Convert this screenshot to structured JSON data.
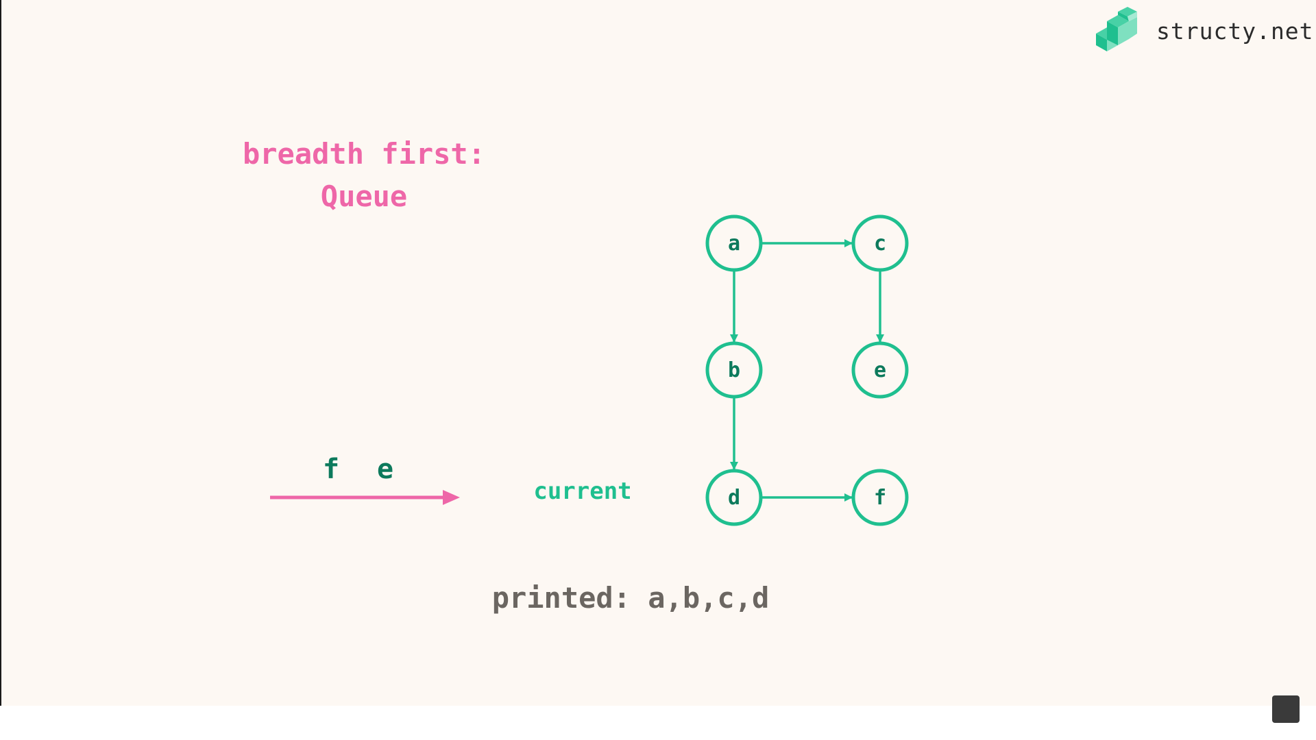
{
  "brand": {
    "name": "structy.net",
    "logo_icon": "structy-cube-logo-icon",
    "logo_colors": [
      "#1fbf8f",
      "#48d1a6",
      "#7fe0c0"
    ]
  },
  "title": {
    "line1": "breadth first:",
    "line2": "Queue",
    "color": "#ee67a8"
  },
  "queue": {
    "items": [
      "f",
      "e"
    ],
    "arrow_color": "#ee67a8"
  },
  "current_label": "current",
  "graph": {
    "node_color": "#1fbf8f",
    "label_color": "#0d7a5c",
    "nodes": [
      "a",
      "b",
      "c",
      "d",
      "e",
      "f"
    ],
    "edges": [
      {
        "from": "a",
        "to": "c"
      },
      {
        "from": "a",
        "to": "b"
      },
      {
        "from": "c",
        "to": "e"
      },
      {
        "from": "b",
        "to": "d"
      },
      {
        "from": "d",
        "to": "f"
      }
    ]
  },
  "printed": "printed: a,b,c,d"
}
